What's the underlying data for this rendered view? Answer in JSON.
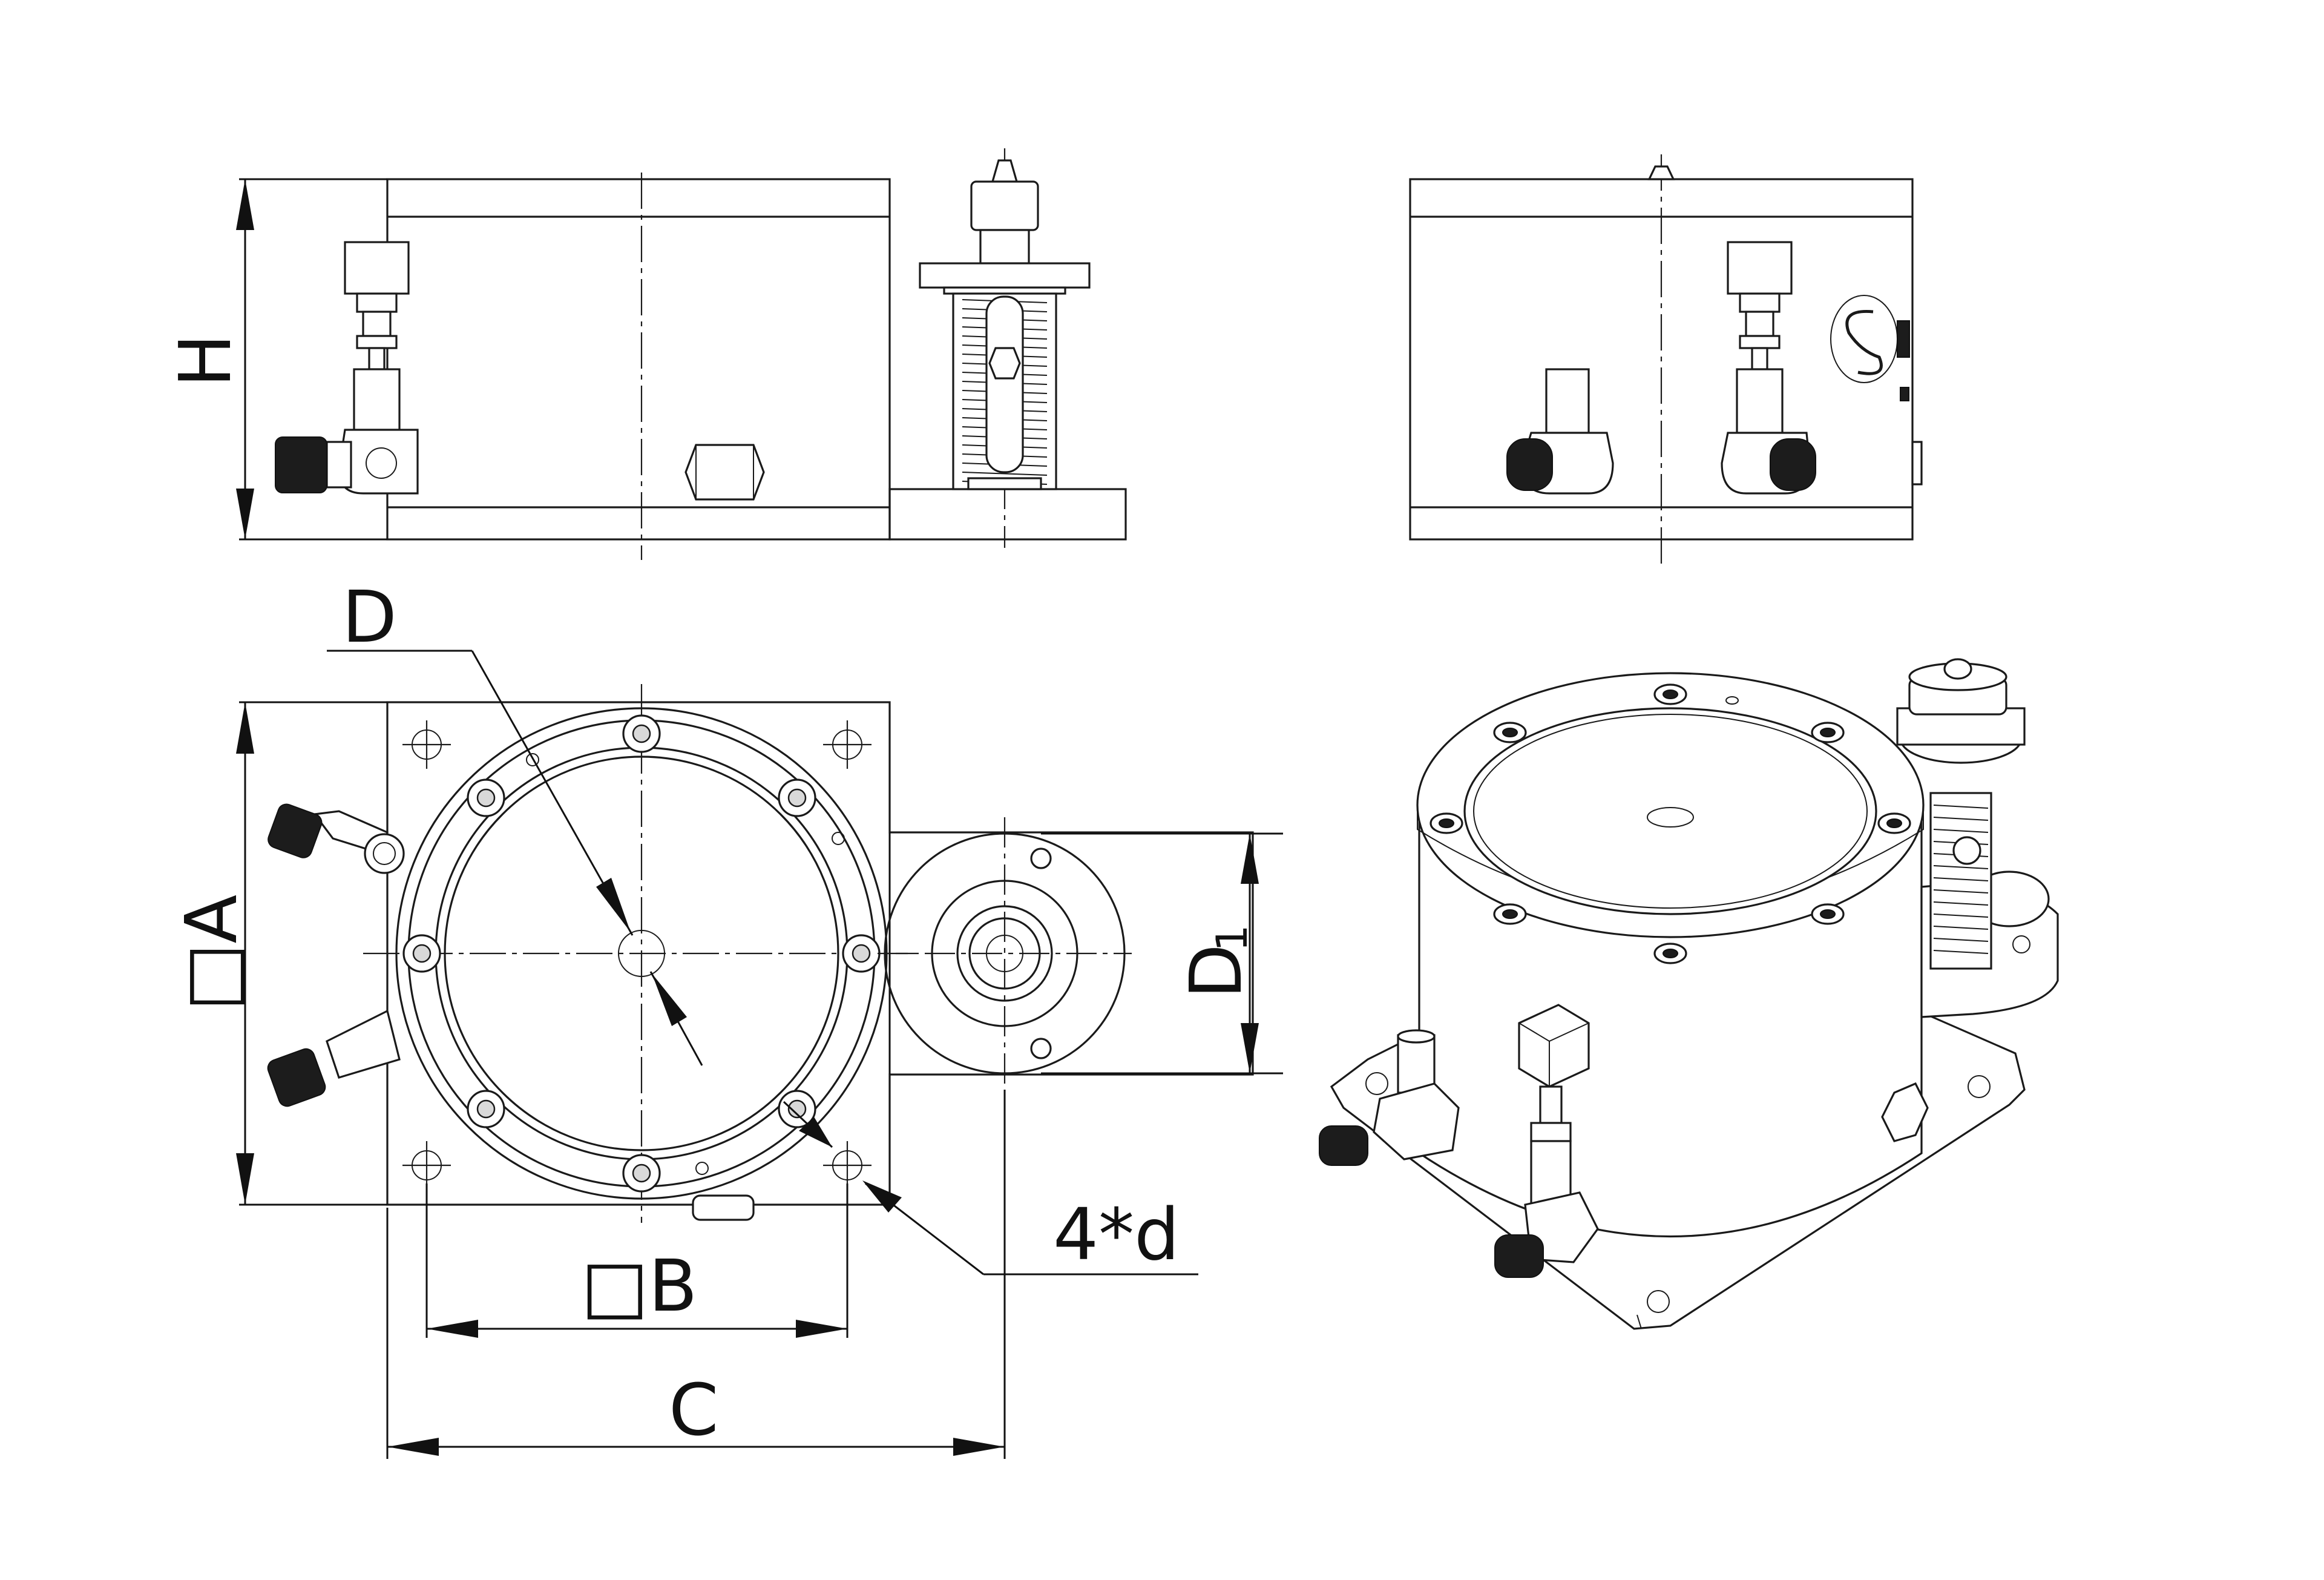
{
  "drawing": {
    "dimensions": {
      "height_label": "H",
      "diameter_label": "D",
      "square_a_label": "□A",
      "square_b_label": "□B",
      "length_c_label": "C",
      "d1_main": "D",
      "d1_sub": "1",
      "holes_label": "4*d"
    }
  }
}
